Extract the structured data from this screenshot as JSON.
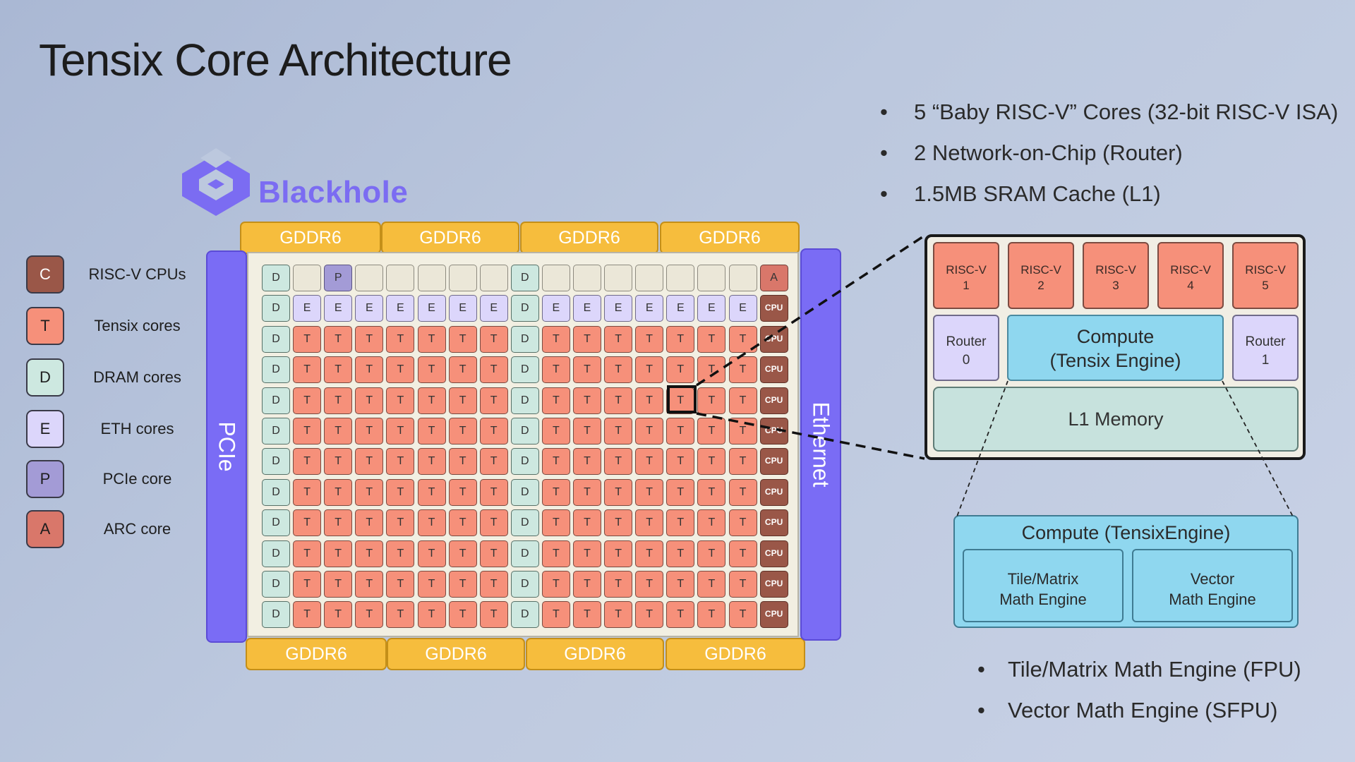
{
  "title": "Tensix Core Architecture",
  "bullets_top": [
    "5 “Baby RISC-V” Cores (32-bit RISC-V ISA)",
    "2 Network-on-Chip (Router)",
    "1.5MB SRAM Cache (L1)"
  ],
  "bullets_bottom": [
    "Tile/Matrix Math Engine (FPU)",
    "Vector Math Engine (SFPU)"
  ],
  "logo": {
    "text": "Blackhole",
    "icon": "blackhole-logo-icon",
    "color": "#7b6cf2"
  },
  "legend": [
    {
      "letter": "C",
      "label": "RISC-V CPUs",
      "color": "#9a5748"
    },
    {
      "letter": "T",
      "label": "Tensix cores",
      "color": "#f6907a"
    },
    {
      "letter": "D",
      "label": "DRAM cores",
      "color": "#cde8e0"
    },
    {
      "letter": "E",
      "label": "ETH cores",
      "color": "#dcd6fb"
    },
    {
      "letter": "P",
      "label": "PCIe core",
      "color": "#a39bd6"
    },
    {
      "letter": "A",
      "label": "ARC core",
      "color": "#d9776a"
    }
  ],
  "chip": {
    "gddr_label": "GDDR6",
    "left_label": "PCIe",
    "right_label": "Ethernet",
    "cpu_label": "CPU",
    "rows": [
      [
        "D",
        "B",
        "P",
        "B",
        "B",
        "B",
        "B",
        "B",
        "D",
        "B",
        "B",
        "B",
        "B",
        "B",
        "B",
        "B",
        "A"
      ],
      [
        "D",
        "E",
        "E",
        "E",
        "E",
        "E",
        "E",
        "E",
        "D",
        "E",
        "E",
        "E",
        "E",
        "E",
        "E",
        "E",
        "CPU"
      ],
      [
        "D",
        "T",
        "T",
        "T",
        "T",
        "T",
        "T",
        "T",
        "D",
        "T",
        "T",
        "T",
        "T",
        "T",
        "T",
        "T",
        "CPU"
      ],
      [
        "D",
        "T",
        "T",
        "T",
        "T",
        "T",
        "T",
        "T",
        "D",
        "T",
        "T",
        "T",
        "T",
        "T",
        "T",
        "T",
        "CPU"
      ],
      [
        "D",
        "T",
        "T",
        "T",
        "T",
        "T",
        "T",
        "T",
        "D",
        "T",
        "T",
        "T",
        "T",
        "T",
        "T",
        "T",
        "CPU"
      ],
      [
        "D",
        "T",
        "T",
        "T",
        "T",
        "T",
        "T",
        "T",
        "D",
        "T",
        "T",
        "T",
        "T",
        "T",
        "T",
        "T",
        "CPU"
      ],
      [
        "D",
        "T",
        "T",
        "T",
        "T",
        "T",
        "T",
        "T",
        "D",
        "T",
        "T",
        "T",
        "T",
        "T",
        "T",
        "T",
        "CPU"
      ],
      [
        "D",
        "T",
        "T",
        "T",
        "T",
        "T",
        "T",
        "T",
        "D",
        "T",
        "T",
        "T",
        "T",
        "T",
        "T",
        "T",
        "CPU"
      ],
      [
        "D",
        "T",
        "T",
        "T",
        "T",
        "T",
        "T",
        "T",
        "D",
        "T",
        "T",
        "T",
        "T",
        "T",
        "T",
        "T",
        "CPU"
      ],
      [
        "D",
        "T",
        "T",
        "T",
        "T",
        "T",
        "T",
        "T",
        "D",
        "T",
        "T",
        "T",
        "T",
        "T",
        "T",
        "T",
        "CPU"
      ],
      [
        "D",
        "T",
        "T",
        "T",
        "T",
        "T",
        "T",
        "T",
        "D",
        "T",
        "T",
        "T",
        "T",
        "T",
        "T",
        "T",
        "CPU"
      ],
      [
        "D",
        "T",
        "T",
        "T",
        "T",
        "T",
        "T",
        "T",
        "D",
        "T",
        "T",
        "T",
        "T",
        "T",
        "T",
        "T",
        "CPU"
      ]
    ]
  },
  "tensix_detail": {
    "riscv": [
      {
        "name": "RISC-V",
        "num": "1"
      },
      {
        "name": "RISC-V",
        "num": "2"
      },
      {
        "name": "RISC-V",
        "num": "3"
      },
      {
        "name": "RISC-V",
        "num": "4"
      },
      {
        "name": "RISC-V",
        "num": "5"
      }
    ],
    "router0": {
      "name": "Router",
      "num": "0"
    },
    "router1": {
      "name": "Router",
      "num": "1"
    },
    "compute": {
      "line1": "Compute",
      "line2": "(Tensix Engine)"
    },
    "l1": "L1 Memory"
  },
  "compute_detail": {
    "title": "Compute (TensixEngine)",
    "tile": {
      "line1": "Tile/Matrix",
      "line2": "Math Engine"
    },
    "vector": {
      "line1": "Vector",
      "line2": "Math Engine"
    }
  }
}
